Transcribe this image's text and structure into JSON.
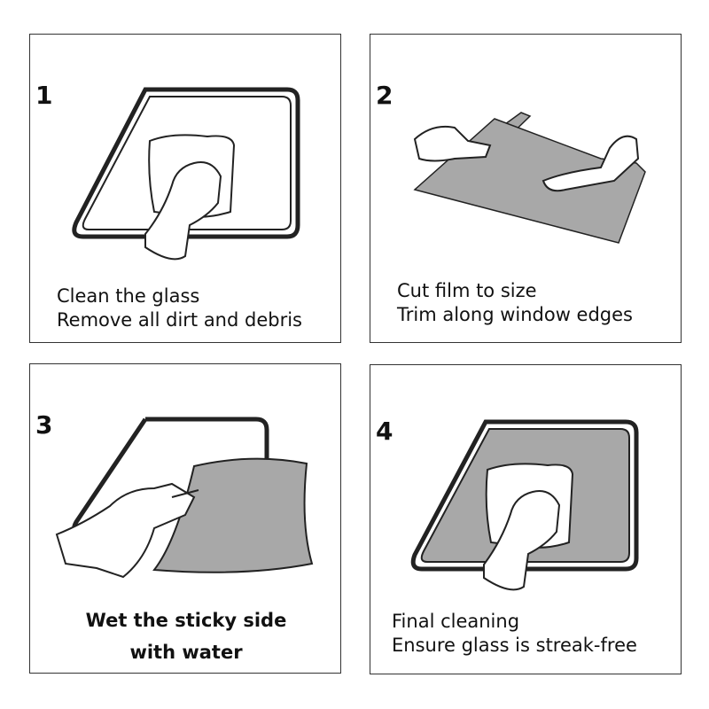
{
  "steps": [
    {
      "number": "1",
      "line1": "Clean the glass",
      "line2": "Remove all dirt and debris"
    },
    {
      "number": "2",
      "line1": "Cut film to size",
      "line2": "Trim along window edges"
    },
    {
      "number": "3",
      "line1": "Wet the sticky side",
      "line2": "with water"
    },
    {
      "number": "4",
      "line1": "Final cleaning",
      "line2": "Ensure glass is streak-free"
    }
  ],
  "colors": {
    "film": "#a8a8a8",
    "outline": "#222222",
    "border": "#333333"
  }
}
